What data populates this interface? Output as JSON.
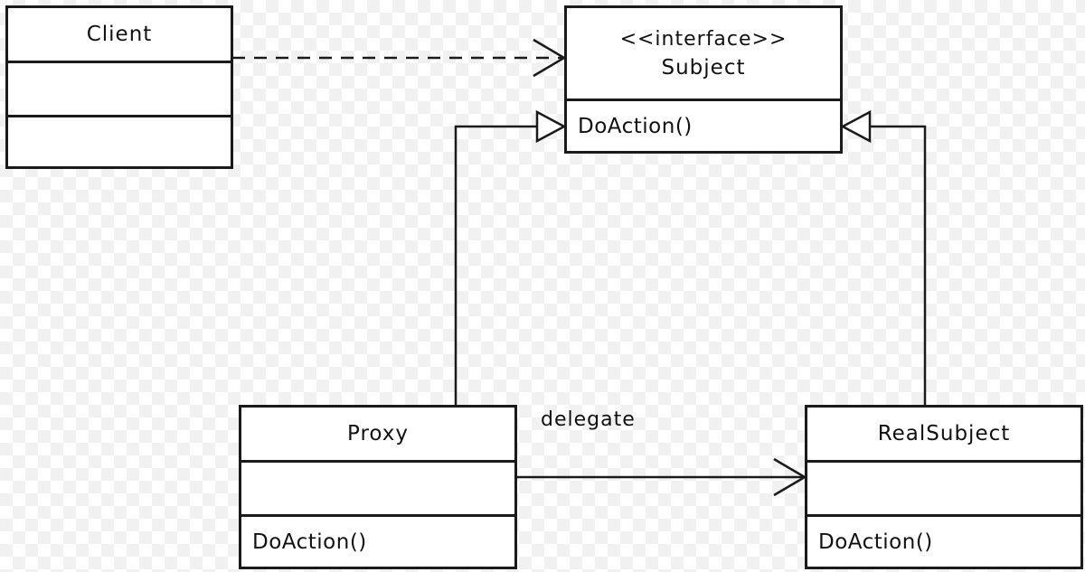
{
  "classes": {
    "client": {
      "name": "Client"
    },
    "subject": {
      "stereotype": "<<interface>>",
      "name": "Subject",
      "operation": "DoAction()"
    },
    "proxy": {
      "name": "Proxy",
      "operation": "DoAction()"
    },
    "real_subject": {
      "name": "RealSubject",
      "operation": "DoAction()"
    }
  },
  "relations": {
    "proxy_to_real_subject": {
      "label": "delegate"
    }
  },
  "colors": {
    "line": "#1a1a1a",
    "box_fill": "#ffffff"
  }
}
